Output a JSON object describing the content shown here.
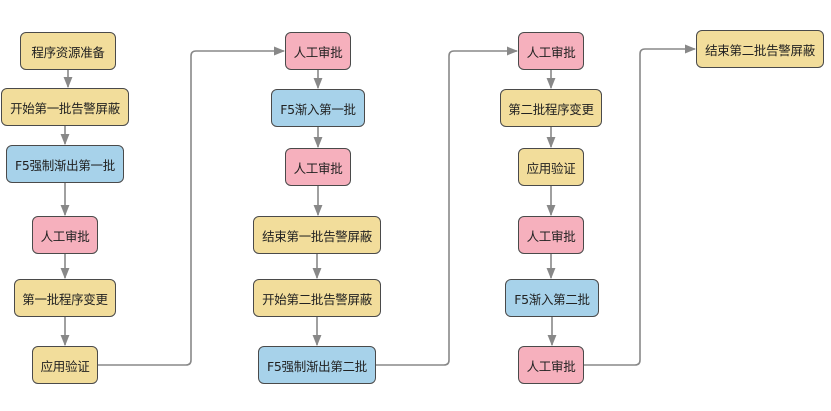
{
  "diagram": {
    "type": "flowchart",
    "colors": {
      "yellow": "#f2dd9b",
      "blue": "#a7d2ea",
      "pink": "#f6b0bd",
      "border": "#4a4a4a",
      "edge": "#888888"
    },
    "nodes": [
      {
        "id": "n1",
        "label": "程序资源准备",
        "color": "yellow",
        "column": 1
      },
      {
        "id": "n2",
        "label": "开始第一批告警屏蔽",
        "color": "yellow",
        "column": 1
      },
      {
        "id": "n3",
        "label": "F5强制渐出第一批",
        "color": "blue",
        "column": 1
      },
      {
        "id": "n4",
        "label": "人工审批",
        "color": "pink",
        "column": 1
      },
      {
        "id": "n5",
        "label": "第一批程序变更",
        "color": "yellow",
        "column": 1
      },
      {
        "id": "n6",
        "label": "应用验证",
        "color": "yellow",
        "column": 1
      },
      {
        "id": "n7",
        "label": "人工审批",
        "color": "pink",
        "column": 2
      },
      {
        "id": "n8",
        "label": "F5渐入第一批",
        "color": "blue",
        "column": 2
      },
      {
        "id": "n9",
        "label": "人工审批",
        "color": "pink",
        "column": 2
      },
      {
        "id": "n10",
        "label": "结束第一批告警屏蔽",
        "color": "yellow",
        "column": 2
      },
      {
        "id": "n11",
        "label": "开始第二批告警屏蔽",
        "color": "yellow",
        "column": 2
      },
      {
        "id": "n12",
        "label": "F5强制渐出第二批",
        "color": "blue",
        "column": 2
      },
      {
        "id": "n13",
        "label": "人工审批",
        "color": "pink",
        "column": 3
      },
      {
        "id": "n14",
        "label": "第二批程序变更",
        "color": "yellow",
        "column": 3
      },
      {
        "id": "n15",
        "label": "应用验证",
        "color": "yellow",
        "column": 3
      },
      {
        "id": "n16",
        "label": "人工审批",
        "color": "pink",
        "column": 3
      },
      {
        "id": "n17",
        "label": "F5渐入第二批",
        "color": "blue",
        "column": 3
      },
      {
        "id": "n18",
        "label": "人工审批",
        "color": "pink",
        "column": 3
      },
      {
        "id": "n19",
        "label": "结束第二批告警屏蔽",
        "color": "yellow",
        "column": 4
      }
    ],
    "edges": [
      [
        "n1",
        "n2"
      ],
      [
        "n2",
        "n3"
      ],
      [
        "n3",
        "n4"
      ],
      [
        "n4",
        "n5"
      ],
      [
        "n5",
        "n6"
      ],
      [
        "n6",
        "n7"
      ],
      [
        "n7",
        "n8"
      ],
      [
        "n8",
        "n9"
      ],
      [
        "n9",
        "n10"
      ],
      [
        "n10",
        "n11"
      ],
      [
        "n11",
        "n12"
      ],
      [
        "n12",
        "n13"
      ],
      [
        "n13",
        "n14"
      ],
      [
        "n14",
        "n15"
      ],
      [
        "n15",
        "n16"
      ],
      [
        "n16",
        "n17"
      ],
      [
        "n17",
        "n18"
      ],
      [
        "n18",
        "n19"
      ]
    ]
  }
}
